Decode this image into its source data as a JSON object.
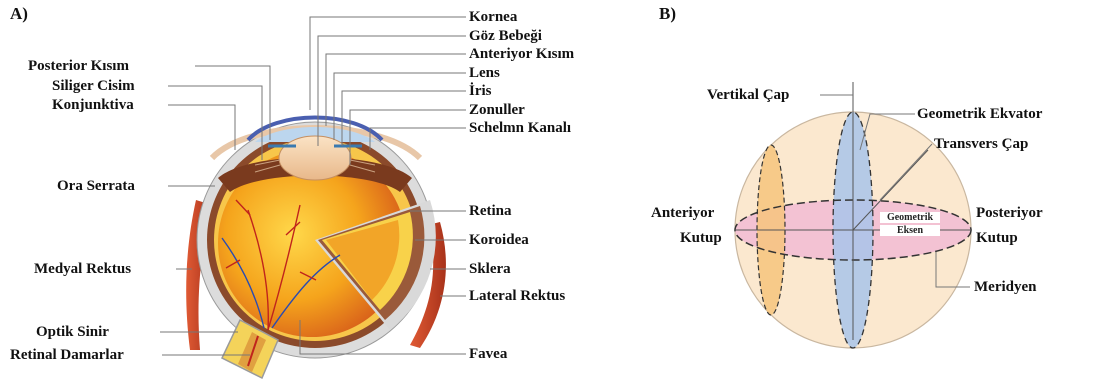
{
  "panelA": {
    "tag": "A)",
    "labels": {
      "kornea": "Kornea",
      "goz_bebegi": "Göz Bebeği",
      "anteriyor_kisim": "Anteriyor Kısım",
      "lens": "Lens",
      "iris": "İris",
      "zonuller": "Zonuller",
      "schlemm": "Schelmn Kanalı",
      "posterior_kisim": "Posterior Kısım",
      "siliger_cisim": "Siliger Cisim",
      "konjunktiva": "Konjunktiva",
      "ora_serrata": "Ora Serrata",
      "medyal_rektus": "Medyal Rektus",
      "optik_sinir": "Optik Sinir",
      "retinal_damarlar": "Retinal Damarlar",
      "retina": "Retina",
      "koroidea": "Koroidea",
      "sklera": "Sklera",
      "lateral_rektus": "Lateral Rektus",
      "favea": "Favea"
    }
  },
  "panelB": {
    "tag": "B)",
    "labels": {
      "vertikal_cap": "Vertikal Çap",
      "geometrik_ekvator": "Geometrik Ekvator",
      "transvers_cap": "Transvers Çap",
      "anteriyor": "Anteriyor",
      "kutup_left": "Kutup",
      "posteriyor": "Posteriyor",
      "kutup_right": "Kutup",
      "geometrik": "Geometrik",
      "eksen": "Eksen",
      "meridyen": "Meridyen"
    }
  },
  "colors": {
    "sclera": "#d8d8d8",
    "choroid": "#8b4a2b",
    "retina_fill": "#f2a21a",
    "cornea": "#4a5fb0",
    "muscle": "#c8492a",
    "sphere": "#fbe8cf",
    "vertical_disc": "#a8c4ea",
    "horizontal_disc": "#f0b6d4",
    "anterior_disc": "#f6c47c"
  }
}
